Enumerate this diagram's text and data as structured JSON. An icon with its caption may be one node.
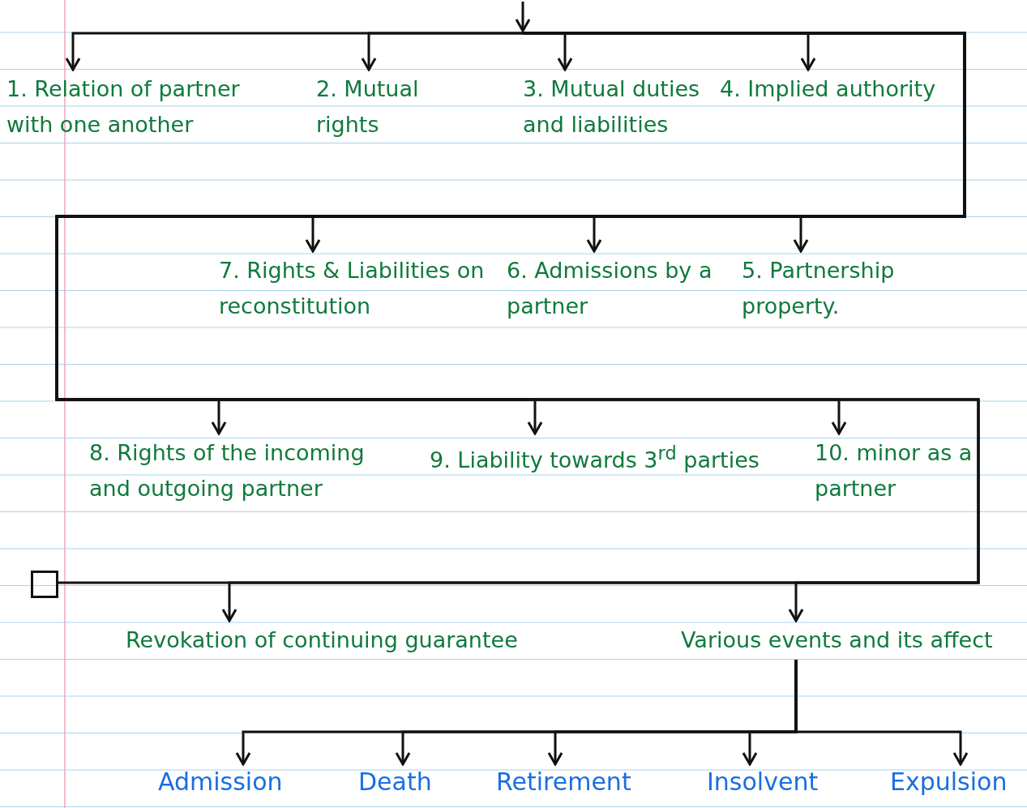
{
  "diagram": {
    "nodes": [
      {
        "text": [
          "1. Relation of partner with one another"
        ]
      },
      {
        "text": [
          "2. Mutual rights"
        ]
      },
      {
        "text": [
          "3. Mutual duties and liabilities"
        ]
      },
      {
        "text": [
          "4. Implied authority"
        ]
      },
      {
        "text": [
          "7. Rights & Liabilities on reconstitution"
        ]
      },
      {
        "text": [
          "6. Admissions by a partner"
        ]
      },
      {
        "text": [
          "5. Partnership property."
        ]
      },
      {
        "text": [
          "8. Rights of the incoming and outgoing partner"
        ]
      },
      {
        "text": [
          "9. Liability towards 3$^{rd}$ parties"
        ]
      },
      {
        "text": [
          "10. minor as a partner"
        ]
      },
      {
        "text": [],
        "shape": "box"
      },
      {
        "text": [
          "Revokation of continuing guarantee"
        ]
      },
      {
        "text": [
          "Various events and its affect"
        ]
      },
      {
        "text": [
          "Admission"
        ]
      },
      {
        "text": [
          "Death"
        ]
      },
      {
        "text": [
          "Retirement"
        ]
      },
      {
        "text": [
          "Insolvent"
        ]
      },
      {
        "text": [
          "Expulsion"
        ]
      }
    ],
    "edges": [
      {
        "from": null,
        "to": 0,
        "arrow": "to"
      },
      {
        "from": null,
        "to": 1,
        "arrow": "to"
      },
      {
        "from": null,
        "to": 2,
        "arrow": "to"
      },
      {
        "from": null,
        "to": 3,
        "arrow": "to"
      },
      {
        "from": null,
        "to": 4,
        "arrow": "to"
      },
      {
        "from": null,
        "to": 5,
        "arrow": "to"
      },
      {
        "from": null,
        "to": 6,
        "arrow": "to"
      },
      {
        "from": null,
        "to": 7,
        "arrow": "to"
      },
      {
        "from": null,
        "to": 8,
        "arrow": "to"
      },
      {
        "from": null,
        "to": 9,
        "arrow": "to"
      },
      {
        "from": null,
        "to": 10,
        "arrow": "none"
      },
      {
        "from": null,
        "to": 11,
        "arrow": "to"
      },
      {
        "from": null,
        "to": 12,
        "arrow": "to"
      },
      {
        "from": 12,
        "to": 13,
        "arrow": "to"
      },
      {
        "from": 12,
        "to": 14,
        "arrow": "to"
      },
      {
        "from": 12,
        "to": 15,
        "arrow": "to"
      },
      {
        "from": 12,
        "to": 16,
        "arrow": "to"
      },
      {
        "from": 12,
        "to": 17,
        "arrow": "to"
      }
    ]
  }
}
